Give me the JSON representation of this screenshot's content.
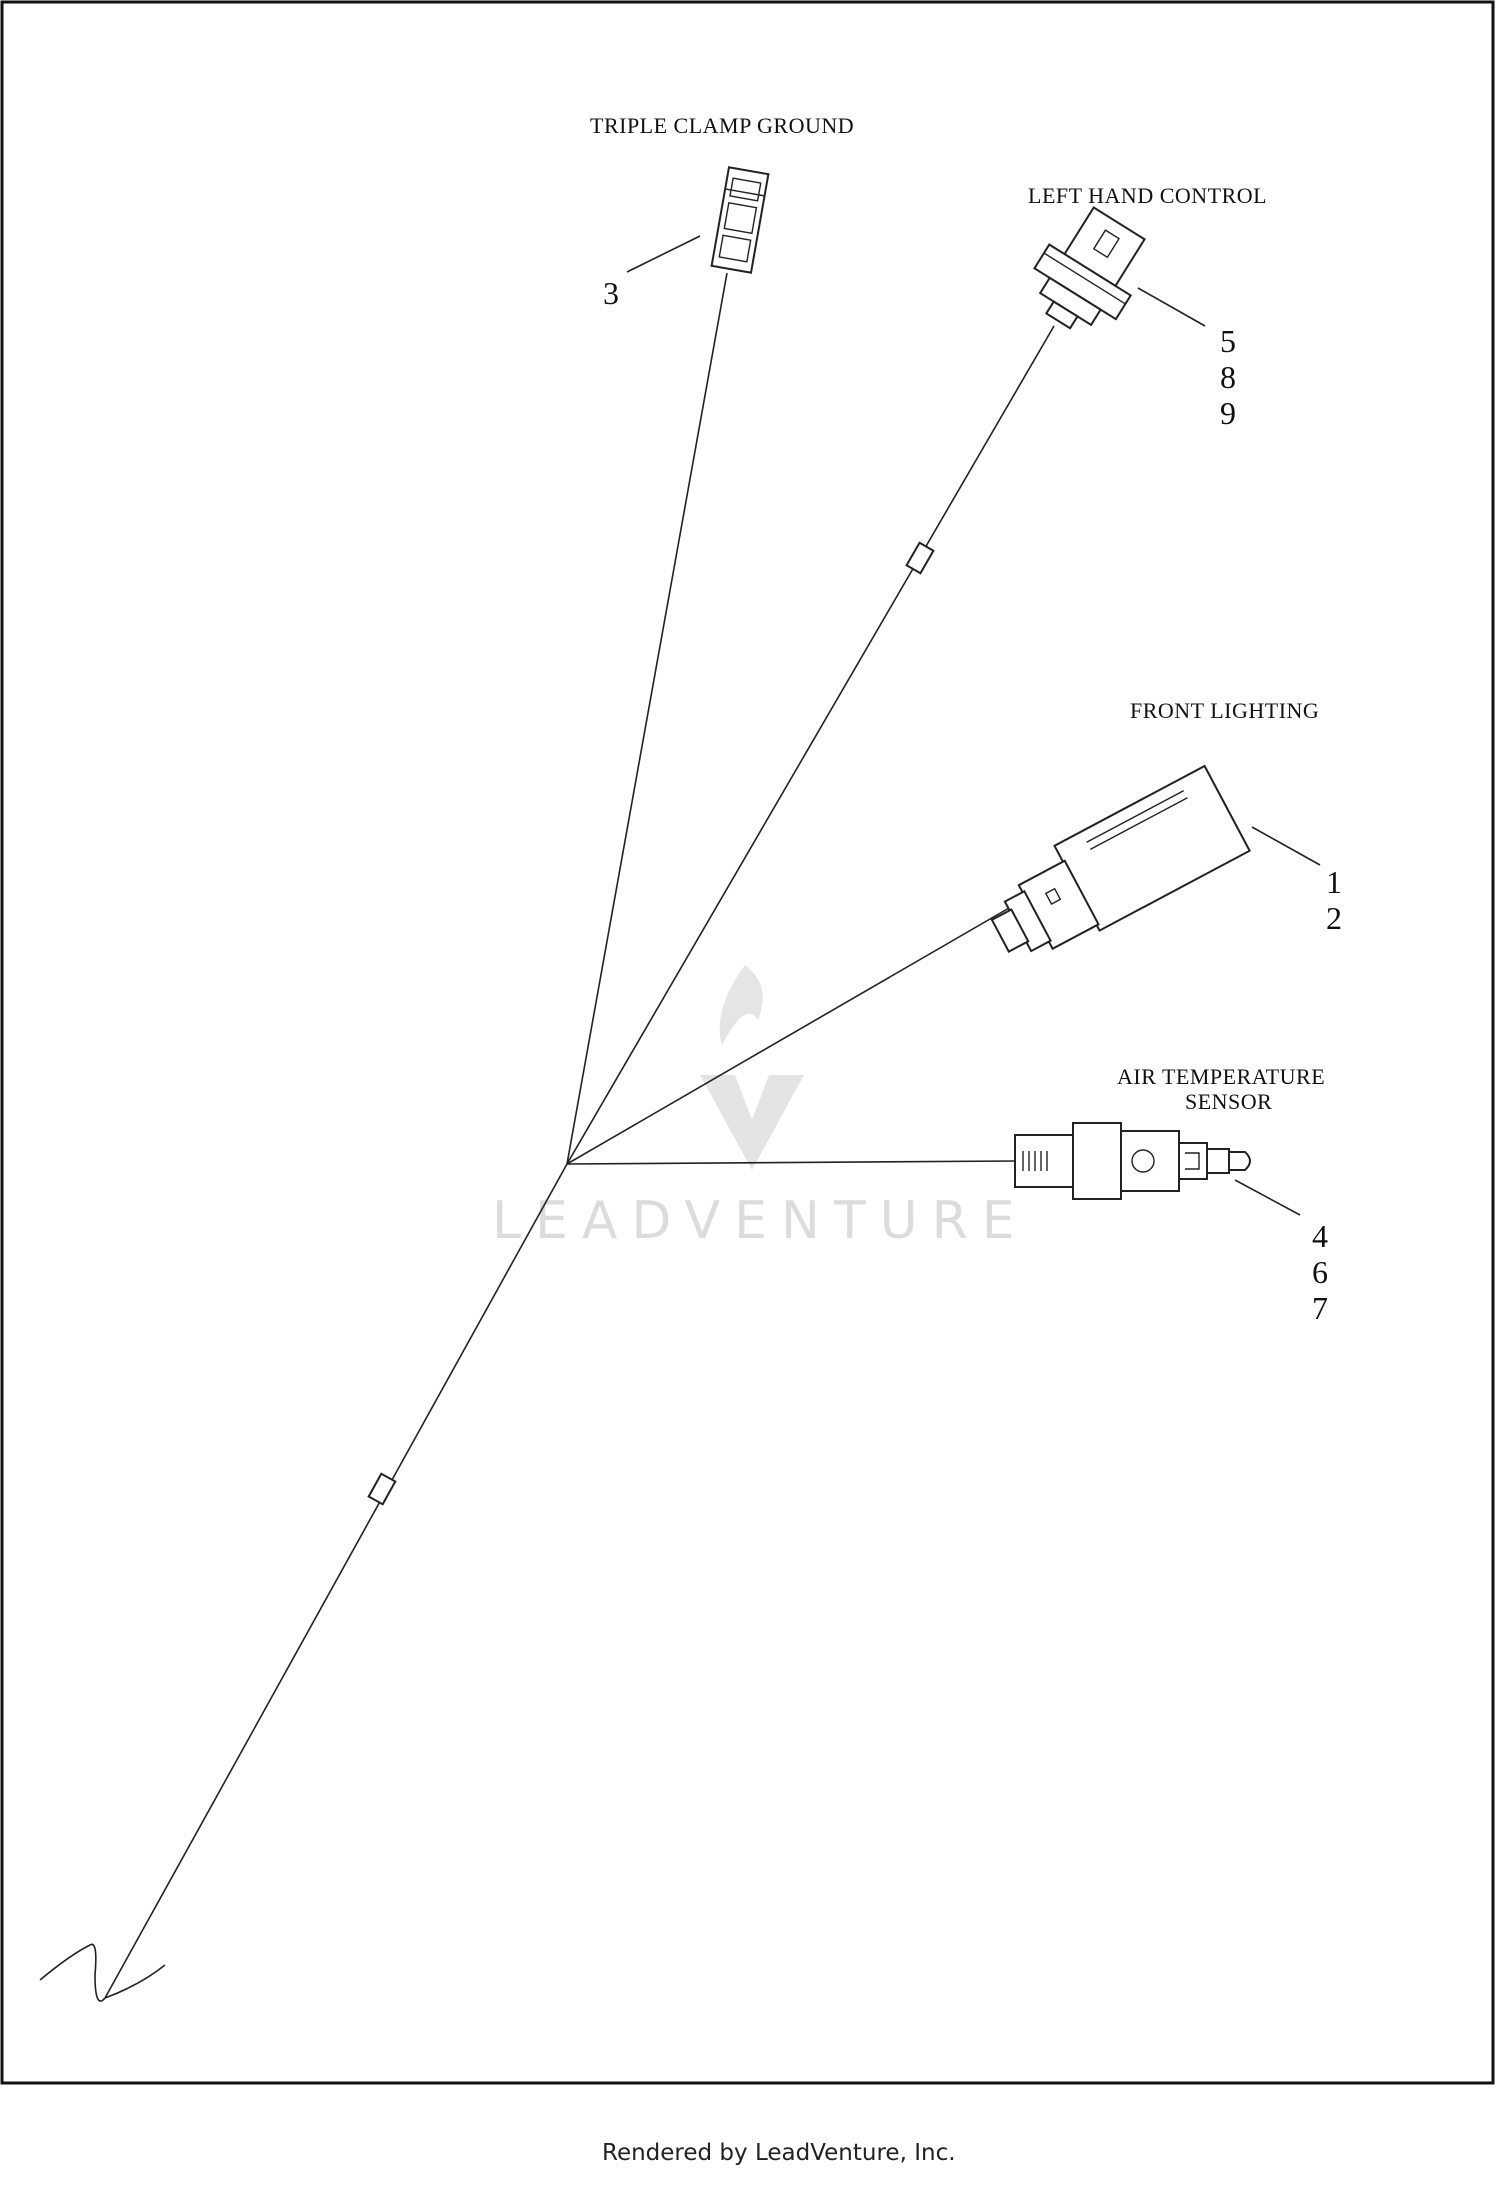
{
  "labels": {
    "triple_clamp": "TRIPLE CLAMP GROUND",
    "left_hand": "LEFT HAND CONTROL",
    "front_lighting": "FRONT LIGHTING",
    "air_temp_1": "AIR TEMPERATURE",
    "air_temp_2": "SENSOR"
  },
  "callouts": {
    "triple_clamp": [
      "3"
    ],
    "left_hand": [
      "5",
      "8",
      "9"
    ],
    "front_lighting": [
      "1",
      "2"
    ],
    "air_temp": [
      "4",
      "6",
      "7"
    ]
  },
  "watermark": "LEADVENTURE",
  "footer": "Rendered by LeadVenture, Inc."
}
